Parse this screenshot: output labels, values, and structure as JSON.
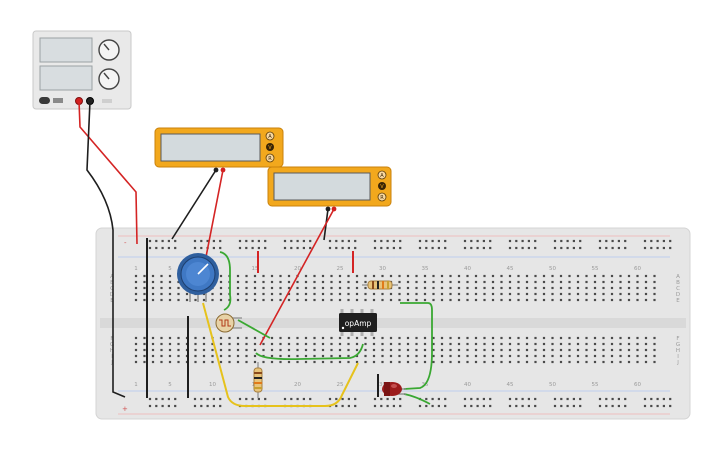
{
  "power_supply": {
    "terminal_pos_color": "#d22020",
    "terminal_neg_color": "#222222"
  },
  "multimeters": [
    {
      "buttons": [
        "A",
        "V",
        "R"
      ]
    },
    {
      "buttons": [
        "A",
        "V",
        "R"
      ]
    }
  ],
  "breadboard": {
    "column_numbers": [
      "1",
      "5",
      "10",
      "15",
      "20",
      "25",
      "30",
      "35",
      "40",
      "45",
      "50",
      "55",
      "60"
    ],
    "row_letters_top": [
      "A",
      "B",
      "C",
      "D",
      "E"
    ],
    "row_letters_bottom": [
      "F",
      "G",
      "H",
      "I",
      "J"
    ],
    "rail_plus": "+",
    "rail_minus": "-"
  },
  "components": {
    "opamp_label": "opAmp"
  },
  "colors": {
    "wire_red": "#d42424",
    "wire_black": "#1e1e1e",
    "wire_green": "#3aa832",
    "wire_yellow": "#e6c21c",
    "multimeter_body": "#f2a81d",
    "breadboard": "#e6e6e6",
    "potentiometer": "#3f78c4",
    "led": "#9c1c1c"
  }
}
